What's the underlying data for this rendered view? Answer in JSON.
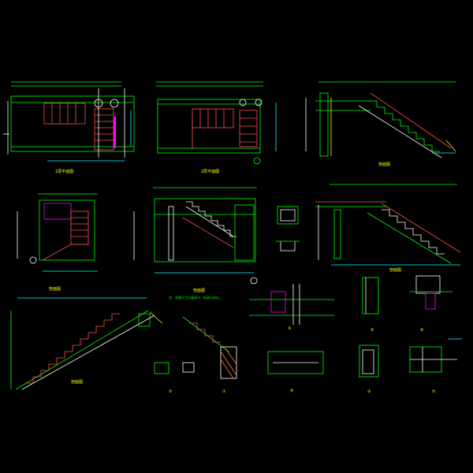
{
  "colors": {
    "background": "#000000",
    "primary_line": "#00ff00",
    "frame": "#00ffff",
    "annotation": "#ffff00",
    "stair": "#ff5050",
    "highlight": "#ff00ff",
    "outline": "#ffffff",
    "hatch": "#ff8040"
  },
  "labels": {
    "plan1": "1层平面图",
    "plan2": "2层平面图",
    "section1": "剖面图",
    "section2": "剖面图",
    "section3": "剖面图",
    "section4": "剖面图",
    "detail1": "①",
    "detail2": "②",
    "detail3": "③",
    "detail4": "④",
    "detail5": "⑤",
    "note": "注：本图尺寸以毫米计，标高以米计。"
  }
}
